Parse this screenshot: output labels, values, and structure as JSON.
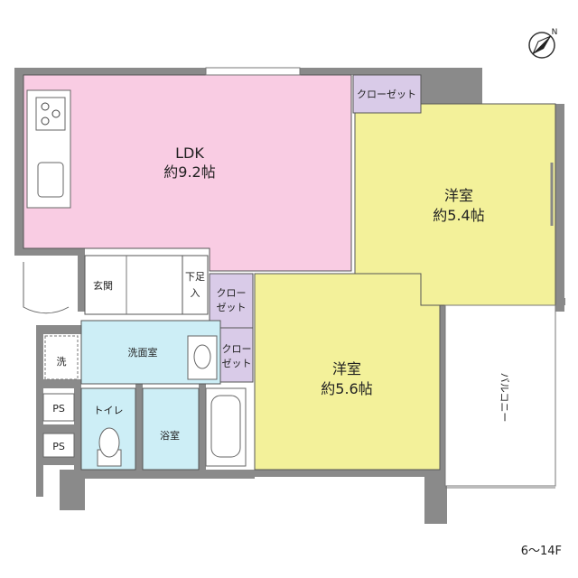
{
  "rooms": {
    "ldk": {
      "name": "LDK",
      "size": "約9.2帖"
    },
    "western_room_1": {
      "name": "洋室",
      "size": "約5.4帖"
    },
    "western_room_2": {
      "name": "洋室",
      "size": "約5.6帖"
    }
  },
  "labels": {
    "closet_top": "クローゼット",
    "closet_mid_top": "クロー",
    "closet_mid_bottom": "ゼット",
    "closet_low_top": "クロー",
    "closet_low_bottom": "ゼット",
    "entrance": "玄関",
    "shoe_storage_top": "下足",
    "shoe_storage_bottom": "入",
    "washroom": "洗面室",
    "washer": "洗",
    "toilet": "トイレ",
    "bath": "浴室",
    "ps1": "PS",
    "ps2": "PS",
    "balcony": "バルコニー"
  },
  "floor_range": "6～14F",
  "compass": {
    "icon": "north-arrow-icon",
    "letter": "N"
  },
  "colors": {
    "ldk": "#f9cce3",
    "western": "#f3f19a",
    "wet": "#cdeef6",
    "closet": "#d9cbe8",
    "wall": "#8a8a8a",
    "corridor": "#ffffff"
  }
}
